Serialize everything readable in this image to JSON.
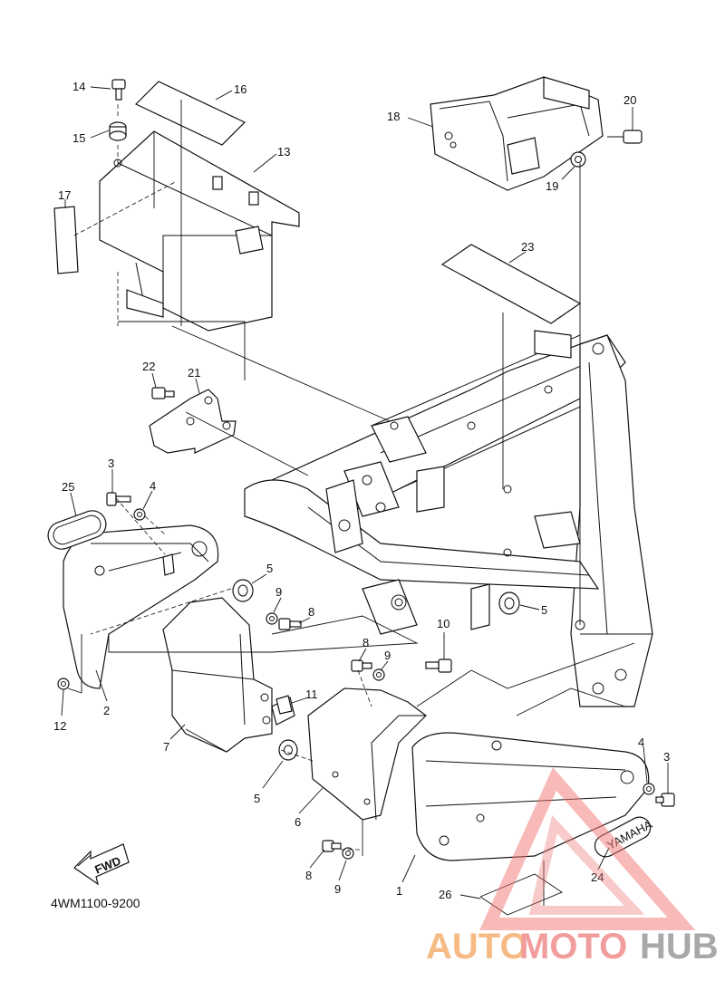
{
  "diagram": {
    "callouts": [
      "1",
      "2",
      "3",
      "3",
      "4",
      "4",
      "5",
      "5",
      "5",
      "6",
      "7",
      "8",
      "8",
      "8",
      "9",
      "9",
      "9",
      "10",
      "11",
      "12",
      "13",
      "14",
      "15",
      "16",
      "17",
      "18",
      "19",
      "20",
      "21",
      "22",
      "23",
      "24",
      "25",
      "26"
    ],
    "diagram_code": "4WM1100-9200",
    "fwd_label": "FWD",
    "emblem_text": "YAMAHA"
  },
  "watermark": {
    "part1": "AUTO",
    "part2": "MOTO",
    "part3": "HUB",
    "colors": {
      "auto": "#f5b070",
      "moto": "#f08c8c",
      "hub": "#9a9a9a",
      "triangle": "#f07575"
    }
  }
}
